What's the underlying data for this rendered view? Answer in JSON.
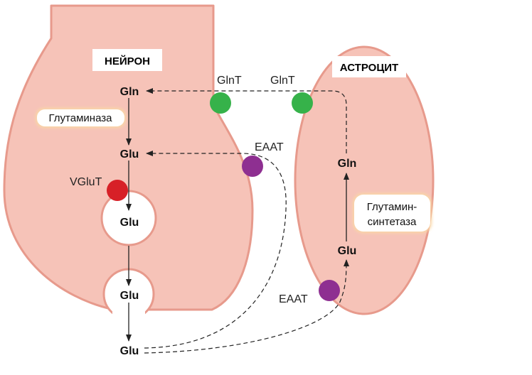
{
  "colors": {
    "cell_fill": "#f6c3b8",
    "cell_stroke": "#e79a8c",
    "glnt": "#36b24a",
    "eaat": "#8e2f91",
    "vglut": "#d72027"
  },
  "neuron": {
    "title": "НЕЙРОН",
    "gln": "Gln",
    "enzyme": "Глутаминаза",
    "glu": "Glu",
    "vesicle_glu": "Glu",
    "fusing_glu": "Glu",
    "synaptic_glu": "Glu",
    "vglut": "VGluT",
    "glnt": "GlnT",
    "eaat": "EAAT"
  },
  "astrocyte": {
    "title": "АСТРОЦИТ",
    "glnt": "GlnT",
    "gln": "Gln",
    "enzyme_line1": "Глутамин-",
    "enzyme_line2": "синтетаза",
    "glu": "Glu",
    "eaat": "EAAT"
  }
}
